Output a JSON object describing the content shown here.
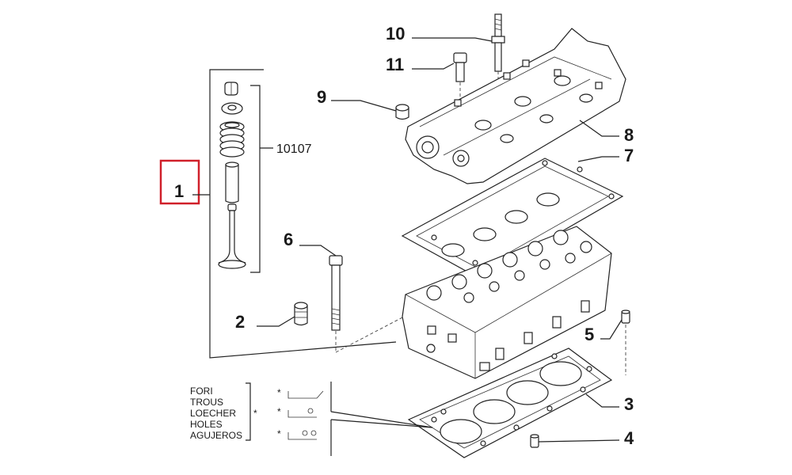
{
  "callouts": {
    "c1": "1",
    "c2": "2",
    "c3": "3",
    "c4": "4",
    "c5": "5",
    "c6": "6",
    "c7": "7",
    "c8": "8",
    "c9": "9",
    "c10": "10",
    "c11": "11",
    "kit": "10107"
  },
  "legend": {
    "lines": [
      "FORI",
      "TROUS",
      "LOECHER",
      "HOLES",
      "AGUJEROS"
    ],
    "marker": "*"
  },
  "highlight_color": "#d0202a"
}
